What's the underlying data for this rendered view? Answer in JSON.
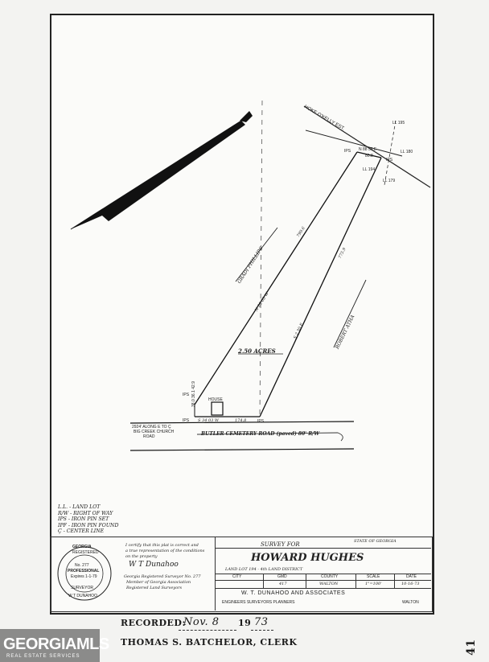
{
  "plat": {
    "labels": {
      "hoke": "HOKE O'KELLY EST.",
      "ll_top1": "LL 195",
      "ll_top2": "LL 180",
      "ll_mid1": "LL 194",
      "ll_mid2": "LL 179",
      "ips_top_left": "IPS",
      "ips_top_right": "IPS",
      "bearing_top": "N 88 56 E",
      "dist_top": "80.8",
      "gradi": "GRADI PHILLIPS",
      "dist_left": "799.6",
      "bearing_left": "N 23 03 W",
      "dist_right": "775.9",
      "bearing_right": "S 2 30 E",
      "robert": "ROBERT ATHA",
      "acres": "2.50 ACRES",
      "ips_house": "IPS",
      "house": "HOUSE",
      "ips_road_left": "IPS",
      "bearing_road": "S 34 03 W",
      "dist_road": "174.8",
      "ips_road_right": "IPS",
      "note1": "2924' ALONG E TO Ç",
      "note2": "BIG CREEK CHURCH",
      "note3": "ROAD",
      "road": "BUTLER CEMETERY ROAD (paved) 80' R/W",
      "left_dims": "38.0 36.1 42.9"
    },
    "legend": [
      "L.L. - LAND LOT",
      "R/W - RIGHT OF WAY",
      "IPS - IRON PIN SET",
      "IPF - IRON PIN FOUND",
      "Ç - CENTER LINE"
    ]
  },
  "title_block": {
    "seal_top": "GEORGIA",
    "seal_reg": "REGISTERED",
    "seal_no": "No. 277",
    "seal_prof": "PROFESSIONAL",
    "seal_name": "W T DUNAHOO",
    "seal_surveyor": "SURVEYOR",
    "seal_exp": "Expires 1-1-79",
    "cert1": "I certify that this plat is correct and",
    "cert2": "a true representation of the conditions",
    "cert3": "on the property",
    "signature": "W T Dunahoo",
    "reg1": "Georgia Registered Surveyor No. 277",
    "reg2": "Member of Georgia Association",
    "reg3": "Registered Land Surveyors",
    "survey_for": "SURVEY FOR",
    "state": "STATE OF GEORGIA",
    "client": "HOWARD HUGHES",
    "land_lot": "LAND LOT 194 - 4th LAND DISTRICT",
    "headers": [
      "CITY",
      "GMD",
      "COUNTY",
      "SCALE",
      "DATE"
    ],
    "values": [
      "",
      "417",
      "WALTON",
      "1\"=100'",
      "10-16-73"
    ],
    "firm": "W. T. DUNAHOO AND ASSOCIATES",
    "firm_sub": "ENGINEERS SURVEYORS PLANNERS",
    "firm_city": "WALTON"
  },
  "recorded": {
    "label": "RECORDED:",
    "date": "Nov. 8",
    "year_prefix": "19",
    "year": "73",
    "clerk": "THOMAS S. BATCHELOR, CLERK",
    "side_number": "41"
  },
  "logo": {
    "main": "GEORGIAMLS",
    "sub": "REAL ESTATE SERVICES"
  }
}
